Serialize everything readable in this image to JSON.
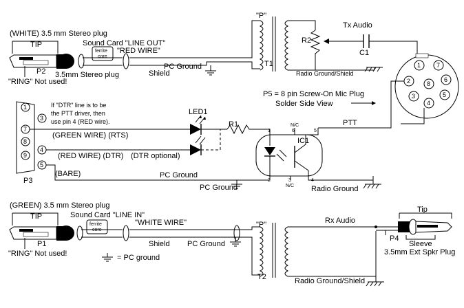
{
  "top": {
    "white_plug": "(WHITE) 3.5 mm Stereo plug",
    "tip": "TIP",
    "sound_card_out": "Sound Card \"LINE OUT\"",
    "ferrite": "ferrite",
    "core": "core",
    "red_wire": "\"RED WIRE\"",
    "p2": "P2",
    "plug_below": "3.5mm Stereo plug",
    "ring_not_used": "\"RING\" Not used!",
    "shield": "Shield",
    "pc_ground": "PC Ground",
    "p_marker": "\"P\"",
    "t1": "T1",
    "r2": "R2",
    "tx_audio": "Tx Audio",
    "c1": "C1",
    "radio_ground_shield": "Radio Ground/Shield"
  },
  "mic": {
    "p5_note": "P5 = 8 pin Screw-On Mic Plug",
    "solder_side": "Solder Side View",
    "pins": [
      "1",
      "2",
      "3",
      "4",
      "5",
      "6",
      "7",
      "8"
    ]
  },
  "db9": {
    "pins": [
      "1",
      "7",
      "3",
      "8",
      "4",
      "9",
      "5"
    ],
    "p3": "P3",
    "note1": "If \"DTR\" line is to be",
    "note2": "the PTT driver, then",
    "note3": "use pin 4 (RED wire).",
    "green_wire": "(GREEN WIRE) (RTS)",
    "red_wire": "(RED WIRE) (DTR)",
    "dtr_optional": "(DTR optional)",
    "bare": "(BARE)",
    "pc_ground_wire": "PC Ground",
    "pc_ground": "PC Ground"
  },
  "ptt": {
    "led1": "LED1",
    "r1": "R1",
    "ic1": "IC1",
    "ptt": "PTT",
    "radio_ground": "Radio Ground",
    "pin1": "1",
    "pin2": "2",
    "pin3": "3",
    "pin4": "4",
    "pin5": "5",
    "pin6": "6",
    "nc_top": "N/C",
    "nc_bot": "N/C"
  },
  "bottom": {
    "green_plug": "(GREEN) 3.5 mm Stereo plug",
    "tip": "TIP",
    "sound_card_in": "Sound Card \"LINE IN\"",
    "ferrite": "ferrite",
    "core": "core",
    "white_wire": "\"WHITE WIRE\"",
    "p1": "P1",
    "ring_not_used": "\"RING\" Not used!",
    "shield": "Shield",
    "pc_ground": "PC Ground",
    "pc_ground_legend": "= PC ground",
    "p_marker": "\"P\"",
    "t2": "T2",
    "rx_audio": "Rx Audio",
    "radio_ground_shield": "Radio Ground/Shield",
    "p4": "P4",
    "tip_right": "Tip",
    "sleeve": "Sleeve",
    "ext_spkr": "3.5mm Ext Spkr Plug"
  }
}
